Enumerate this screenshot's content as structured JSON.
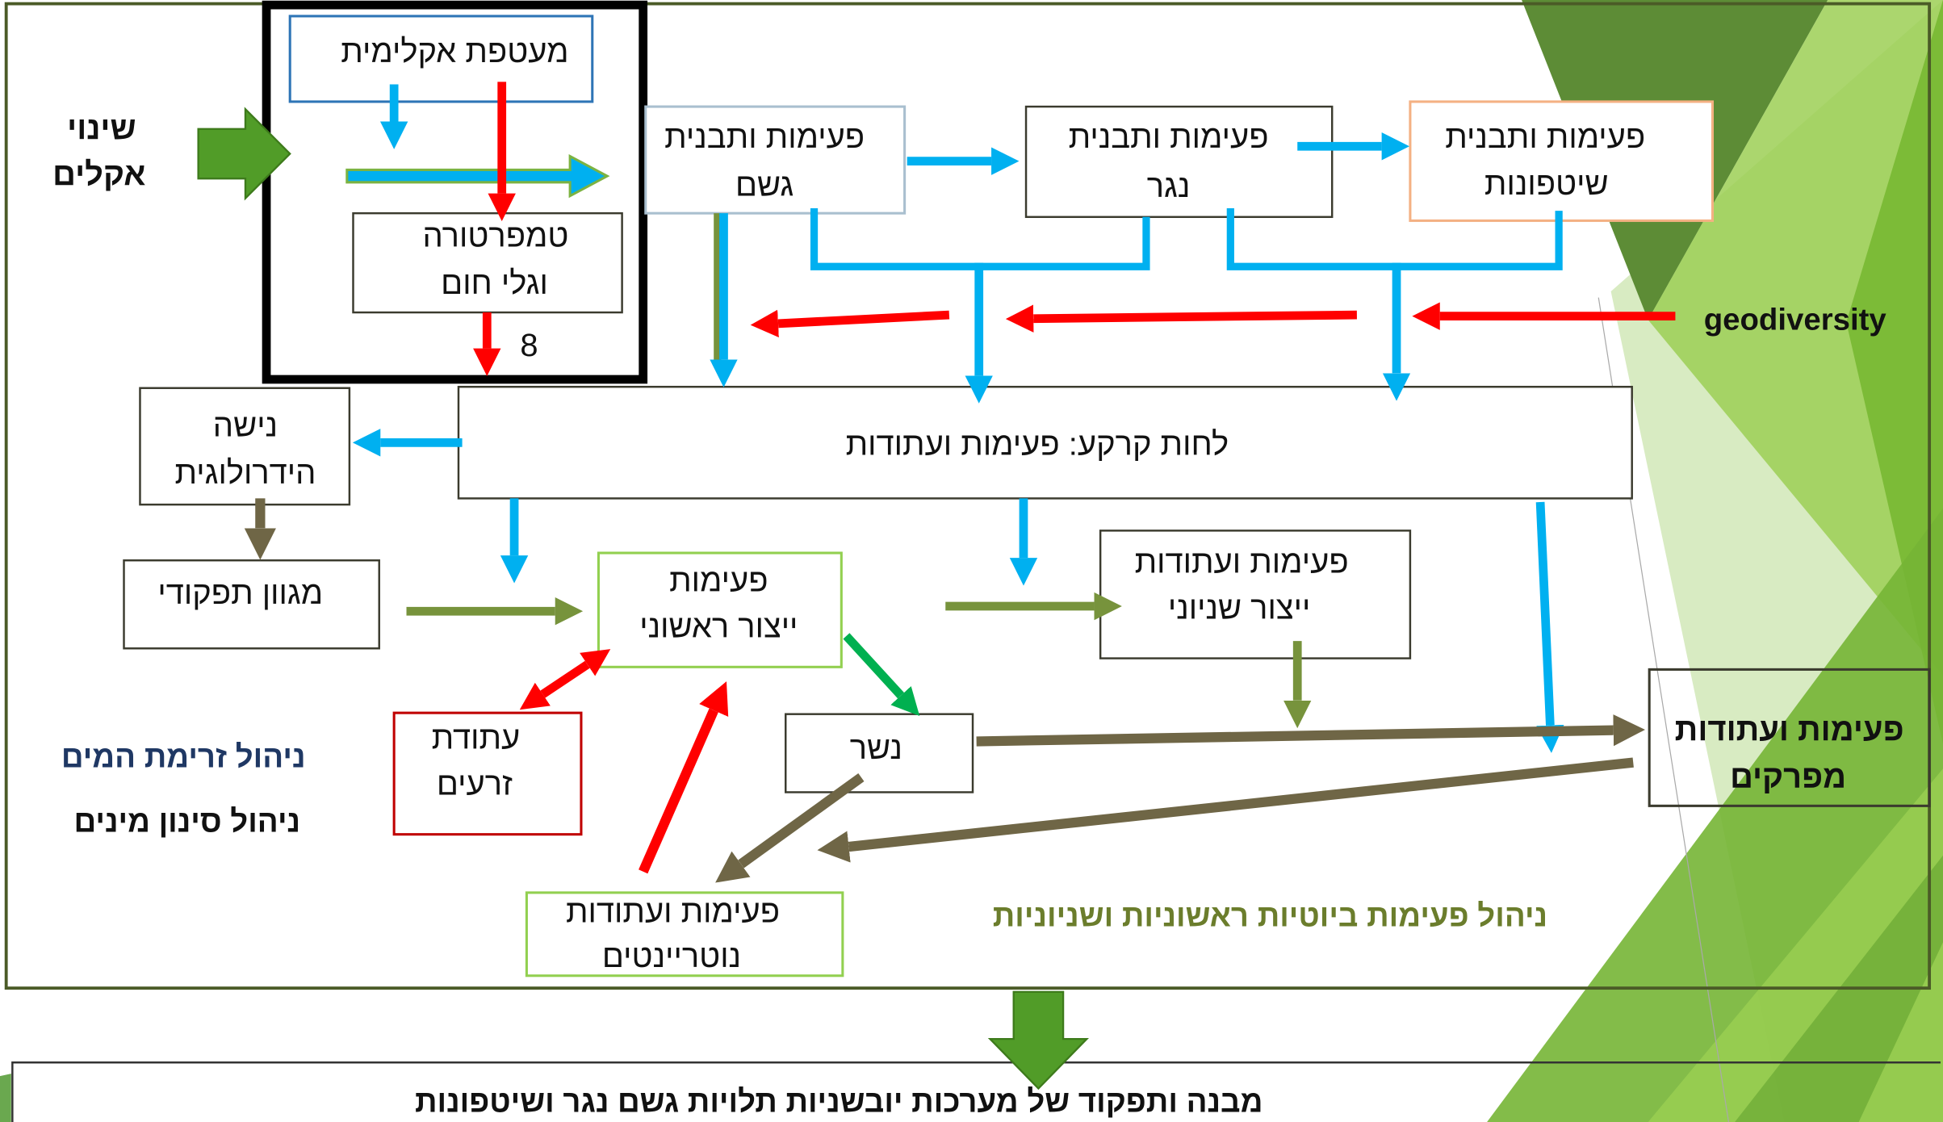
{
  "diagram": {
    "climate_change_label": [
      "שינוי",
      "אקלים"
    ],
    "climate_envelope": "מעטפת אקלימית",
    "temperature_box": [
      "טמפרטורה",
      "וגלי חום"
    ],
    "marker_number": "8",
    "rain_box": [
      "פעימות ותבנית",
      "גשם"
    ],
    "runoff_box": [
      "פעימות ותבנית",
      "נגר"
    ],
    "flood_box": [
      "פעימות ותבנית",
      "שיטפונות"
    ],
    "geodiversity_label": "geodiversity",
    "soil_moisture_box": "לחות קרקע: פעימות ועתודות",
    "hydrological_niche_box": [
      "נישה",
      "הידרולוגית"
    ],
    "functional_diversity_box": "מגוון תפקודי",
    "primary_production_box": [
      "פעימות",
      "ייצור ראשוני"
    ],
    "secondary_production_box": [
      "פעימות ועתודות",
      "ייצור שניוני"
    ],
    "seed_bank_box": [
      "עתודת",
      "זרעים"
    ],
    "litter_box": "נשר",
    "decomposers_box": [
      "פעימות ועתודות",
      "מפרקים"
    ],
    "nutrients_box": [
      "פעימות ועתודות",
      "נוטריינטים"
    ],
    "water_flow_management": "ניהול זרימת המים",
    "species_filtering_management": "ניהול סינון מינים",
    "biotic_pulses_management": "ניהול פעימות ביוטיות ראשוניות ושניוניות",
    "outcome_box": "מבנה ותפקוד של מערכות יובשניות תלויות גשם נגר ושיטפונות"
  },
  "colors": {
    "water": "#00b0f0",
    "heat": "#ff0000",
    "olive": "#77933c",
    "brown": "#6f6646",
    "green": "#00b050",
    "block": "#519c28",
    "envelope": "#2e75b6",
    "flood": "#f4b183",
    "primary": "#92d050",
    "seed": "#c00000",
    "navy": "#1f3864",
    "olive-text": "#6b7d2c"
  }
}
